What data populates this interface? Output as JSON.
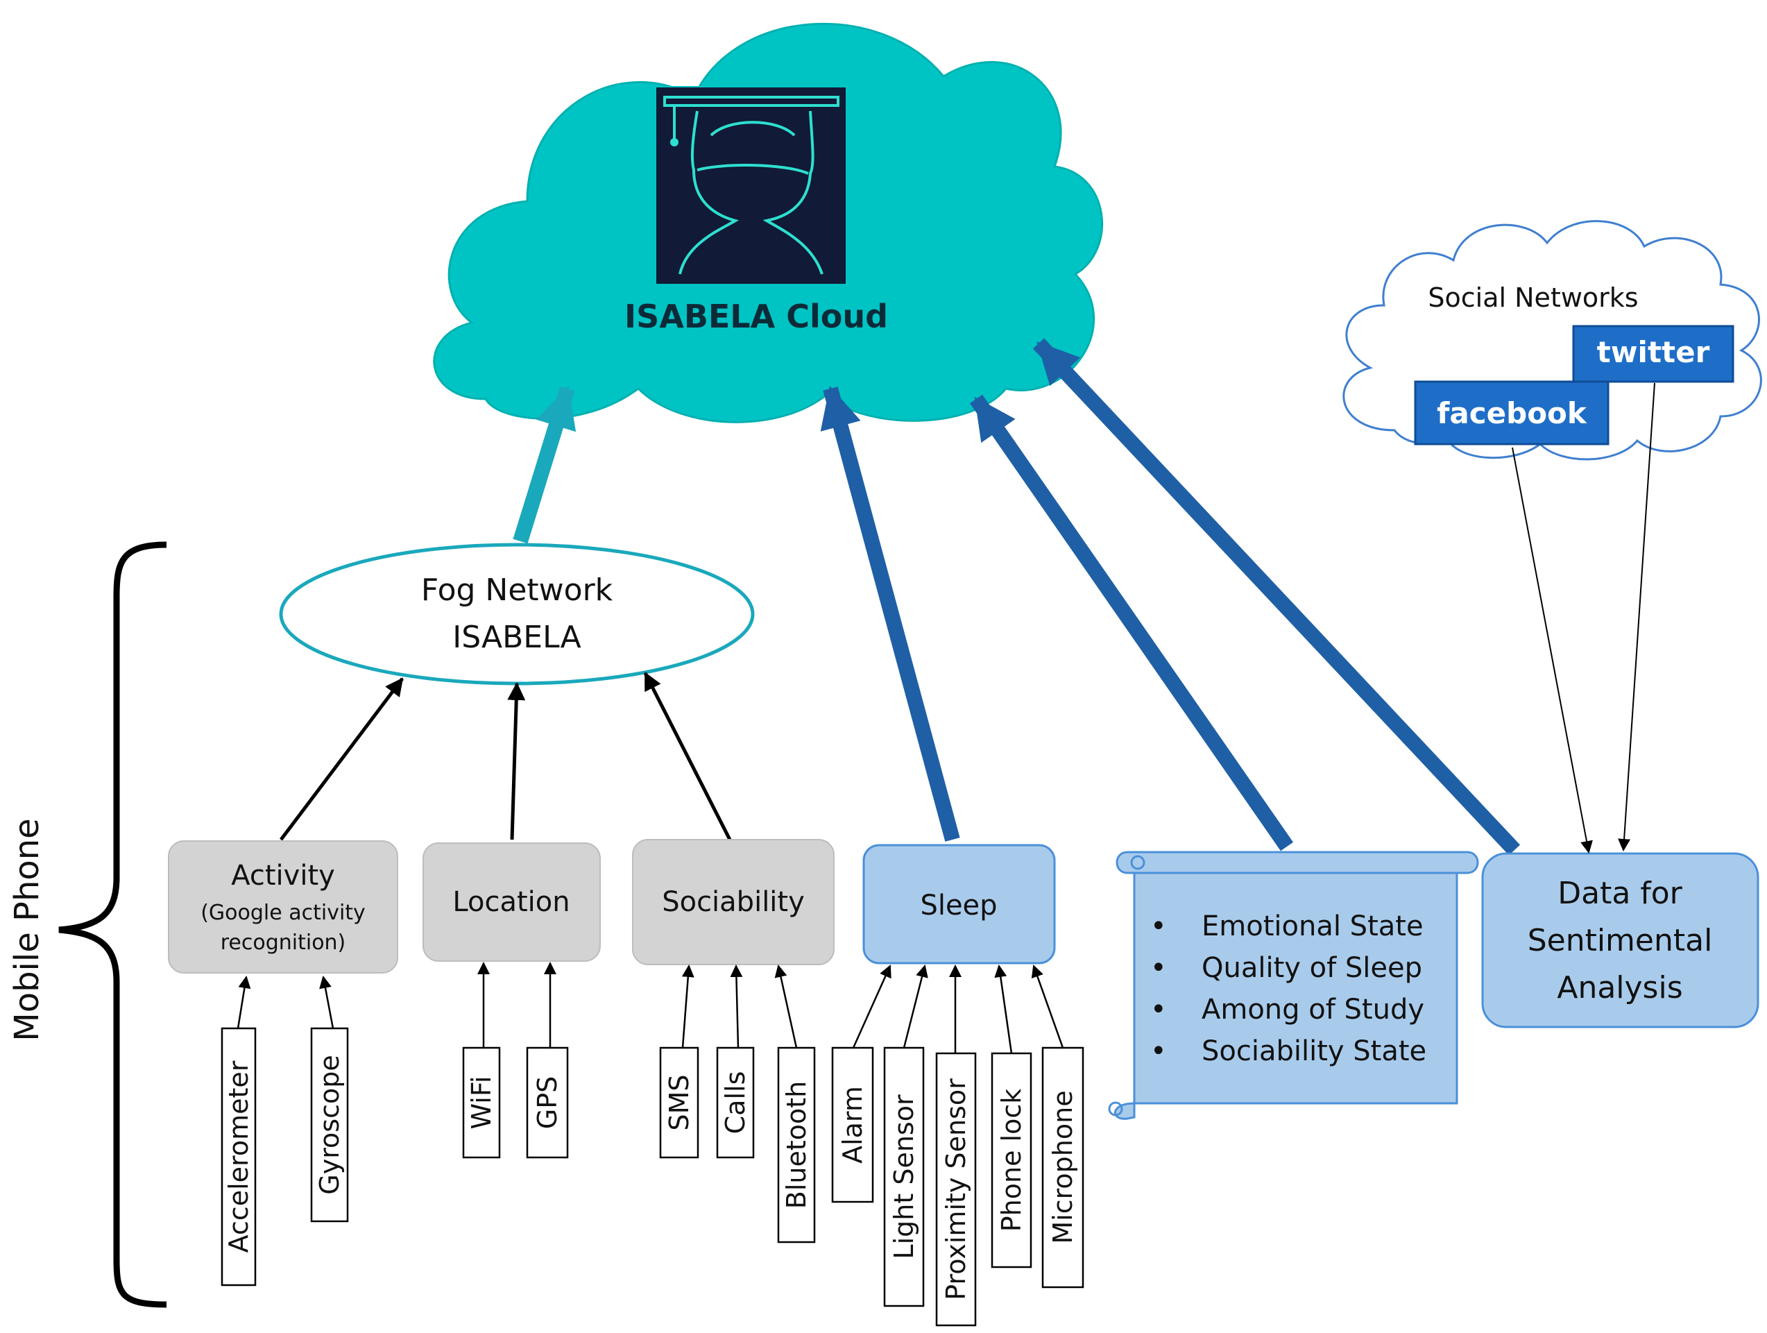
{
  "cloud": {
    "title": "ISABELA Cloud"
  },
  "fog": {
    "line1": "Fog Network",
    "line2": "ISABELA"
  },
  "side_label": "Mobile Phone",
  "activity": {
    "title": "Activity",
    "sub1": "(Google activity",
    "sub2": "recognition)"
  },
  "location": {
    "title": "Location"
  },
  "sociability": {
    "title": "Sociability"
  },
  "sleep": {
    "title": "Sleep"
  },
  "sensors": {
    "accelerometer": "Accelerometer",
    "gyroscope": "Gyroscope",
    "wifi": "WiFi",
    "gps": "GPS",
    "sms": "SMS",
    "calls": "Calls",
    "bluetooth": "Bluetooth",
    "alarm": "Alarm",
    "light": "Light Sensor",
    "proximity": "Proximity Sensor",
    "phonelock": "Phone lock",
    "microphone": "Microphone"
  },
  "scroll_items": [
    "Emotional State",
    "Quality of Sleep",
    "Among of Study",
    "Sociability State"
  ],
  "sentiment": {
    "line1": "Data for",
    "line2": "Sentimental",
    "line3": "Analysis"
  },
  "social": {
    "title": "Social Networks",
    "twitter": "twitter",
    "facebook": "facebook"
  },
  "colors": {
    "cloud": "#00C4C4",
    "teal_arrow": "#1AA8BC",
    "blue_arrow": "#1F5FA6",
    "gray_box": "#D3D3D3",
    "blue_box": "#A9CBEB",
    "social_brand": "#1E6EC8"
  }
}
